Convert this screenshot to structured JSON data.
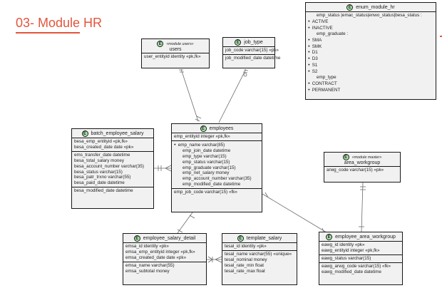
{
  "title": "03- Module HR",
  "entity_badge": "E",
  "users": {
    "stereotype": "«module users»",
    "name": "users",
    "fields": [
      "user_entityid identity «pk,fk»"
    ]
  },
  "job_type": {
    "name": "job_type",
    "fields": [
      "job_code varchar(15) «pk»",
      "job_modified_date  datetime"
    ]
  },
  "enum_module_hr": {
    "name": "enum_module_hr",
    "lines": [
      {
        "t": "emp_status |emac_status|enwo_status|besa_status :",
        "s": "ind"
      },
      {
        "t": "ACTIVE",
        "s": "bul"
      },
      {
        "t": "INACTIVE",
        "s": "bul"
      },
      {
        "t": "emp_graduate :",
        "s": "ind"
      },
      {
        "t": "SMA",
        "s": "bul"
      },
      {
        "t": "SMK",
        "s": "bul"
      },
      {
        "t": "D1",
        "s": "bul"
      },
      {
        "t": "D3",
        "s": "bul"
      },
      {
        "t": "S1",
        "s": "bul"
      },
      {
        "t": "S2",
        "s": "bul"
      },
      {
        "t": "emp_type",
        "s": "ind"
      },
      {
        "t": "CONTRACT",
        "s": "bul"
      },
      {
        "t": "PERMANENT",
        "s": "bul"
      }
    ]
  },
  "batch_employee_salary": {
    "name": "batch_employee_salary",
    "sections": [
      [
        "besa_emp_entityid «pk,fk»",
        "besa_created_date date «pk»"
      ],
      [
        "ems_transfer_date datetime",
        "besa_total_salary money",
        "besa_account_number varchar(35)",
        "besa_status varchar(15)",
        "besa_patr_trxno varchar(55)",
        "besa_paid_date datetime"
      ],
      [
        "besa_modified_date datetime"
      ]
    ]
  },
  "employees": {
    "name": "employees",
    "pk": [
      "emp_entityid integer «pk,fk»"
    ],
    "fields": [
      {
        "t": "emp_name varchar(85)",
        "s": "bul"
      },
      {
        "t": "emp_join_date datetime",
        "s": "ind"
      },
      {
        "t": "emp_type varchar(15)",
        "s": "ind"
      },
      {
        "t": "emp_status varchar(15)",
        "s": "ind"
      },
      {
        "t": "emp_graduate varchar(15)",
        "s": "ind"
      },
      {
        "t": "emp_net_salary money",
        "s": "ind"
      },
      {
        "t": "emp_account_number varchar(35)",
        "s": "ind"
      },
      {
        "t": "emp_modified_date datetime",
        "s": "ind"
      }
    ],
    "fk": [
      "emp_job_code varchar(15) «fk»"
    ]
  },
  "area_workgroup": {
    "stereotype": "«module master»",
    "name": "area_workgroup",
    "fields": [
      "arwg_code varchar(15) «pk»"
    ]
  },
  "employee_salary_detail": {
    "name": "employee_salary_detail",
    "sections": [
      [
        "emsa_id identity «pk»",
        "emsa_emp_entityid integer «pk,fk»",
        "emsa_created_date date «pk»"
      ],
      [
        "emsa_name varchar(55)",
        "emsa_subtotal money"
      ]
    ]
  },
  "template_salary": {
    "name": "template_salary",
    "sections": [
      [
        "tesal_id identity «pk»"
      ],
      [
        "tesal_name varchar(55) «unique»",
        "tesal_nominal money",
        "tesal_rate_min float",
        "tesal_rate_max float"
      ]
    ]
  },
  "employee_area_workgroup": {
    "name": "employee_area_workgroup",
    "sections": [
      [
        "eawg_id identity «pk»",
        "eawg_entityid integer «pk,fk»"
      ],
      [
        "eawg_status varchar(15)"
      ],
      [
        "eawg_arwg_code varchar(15) «fk»",
        "eawg_modified_date datetime"
      ]
    ]
  }
}
